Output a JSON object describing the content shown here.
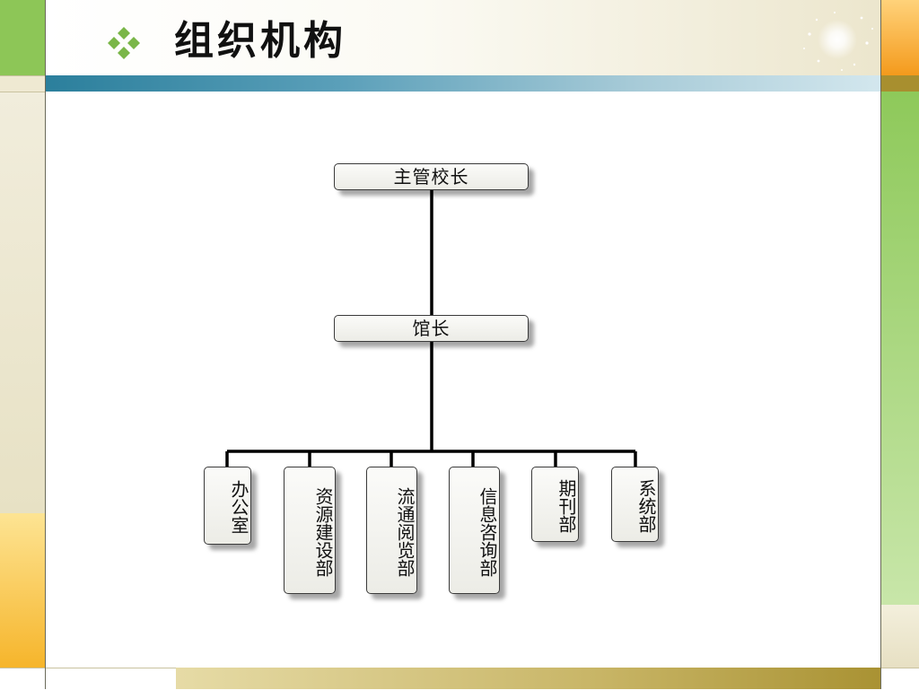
{
  "slide": {
    "title": "组织机构",
    "bullet_icon": "diamond-cluster-icon",
    "accent_colors": {
      "green": "#8dc657",
      "orange": "#f49a1c",
      "teal": "#2b7f9c",
      "gold": "#a99233",
      "bullet": "#7ab648"
    }
  },
  "org_chart": {
    "root": "主管校长",
    "director": "馆长",
    "departments": [
      "办公室",
      "资源建设部",
      "流通阅览部",
      "信息咨询部",
      "期刊部",
      "系统部"
    ]
  }
}
